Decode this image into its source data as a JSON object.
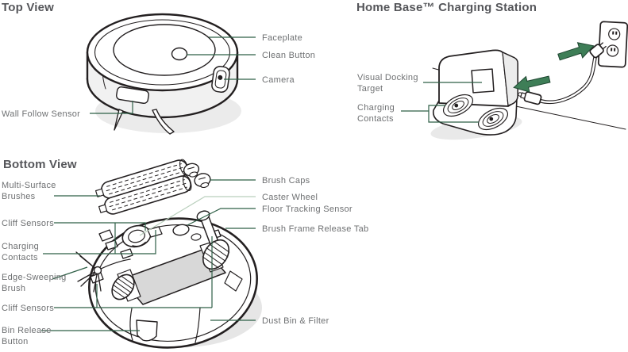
{
  "diagram": {
    "leader_color": "#2E5F46",
    "leader_color_light": "#B9CFBC",
    "arrow_color": "#3E7E57",
    "ink_color": "#231F20",
    "label_color": "#6E7072",
    "heading_color": "#55565A"
  },
  "sections": {
    "top_view": {
      "title": "Top View",
      "labels": {
        "faceplate": "Faceplate",
        "clean_button": "Clean Button",
        "camera": "Camera",
        "wall_follow_sensor": "Wall Follow Sensor"
      }
    },
    "home_base": {
      "title": "Home Base™ Charging Station",
      "labels": {
        "visual_docking_target": "Visual Docking Target",
        "charging_contacts": "Charging Contacts"
      }
    },
    "bottom_view": {
      "title": "Bottom View",
      "labels": {
        "multi_surface_brushes": "Multi-Surface Brushes",
        "cliff_sensors_front": "Cliff Sensors",
        "charging_contacts": "Charging Contacts",
        "edge_sweeping_brush": "Edge-Sweeping Brush",
        "cliff_sensors_rear": "Cliff Sensors",
        "bin_release_button": "Bin Release Button",
        "brush_caps": "Brush Caps",
        "caster_wheel": "Caster Wheel",
        "floor_tracking_sensor": "Floor Tracking Sensor",
        "brush_frame_release_tab": "Brush Frame Release Tab",
        "dust_bin_filter": "Dust Bin & Filter"
      }
    }
  }
}
